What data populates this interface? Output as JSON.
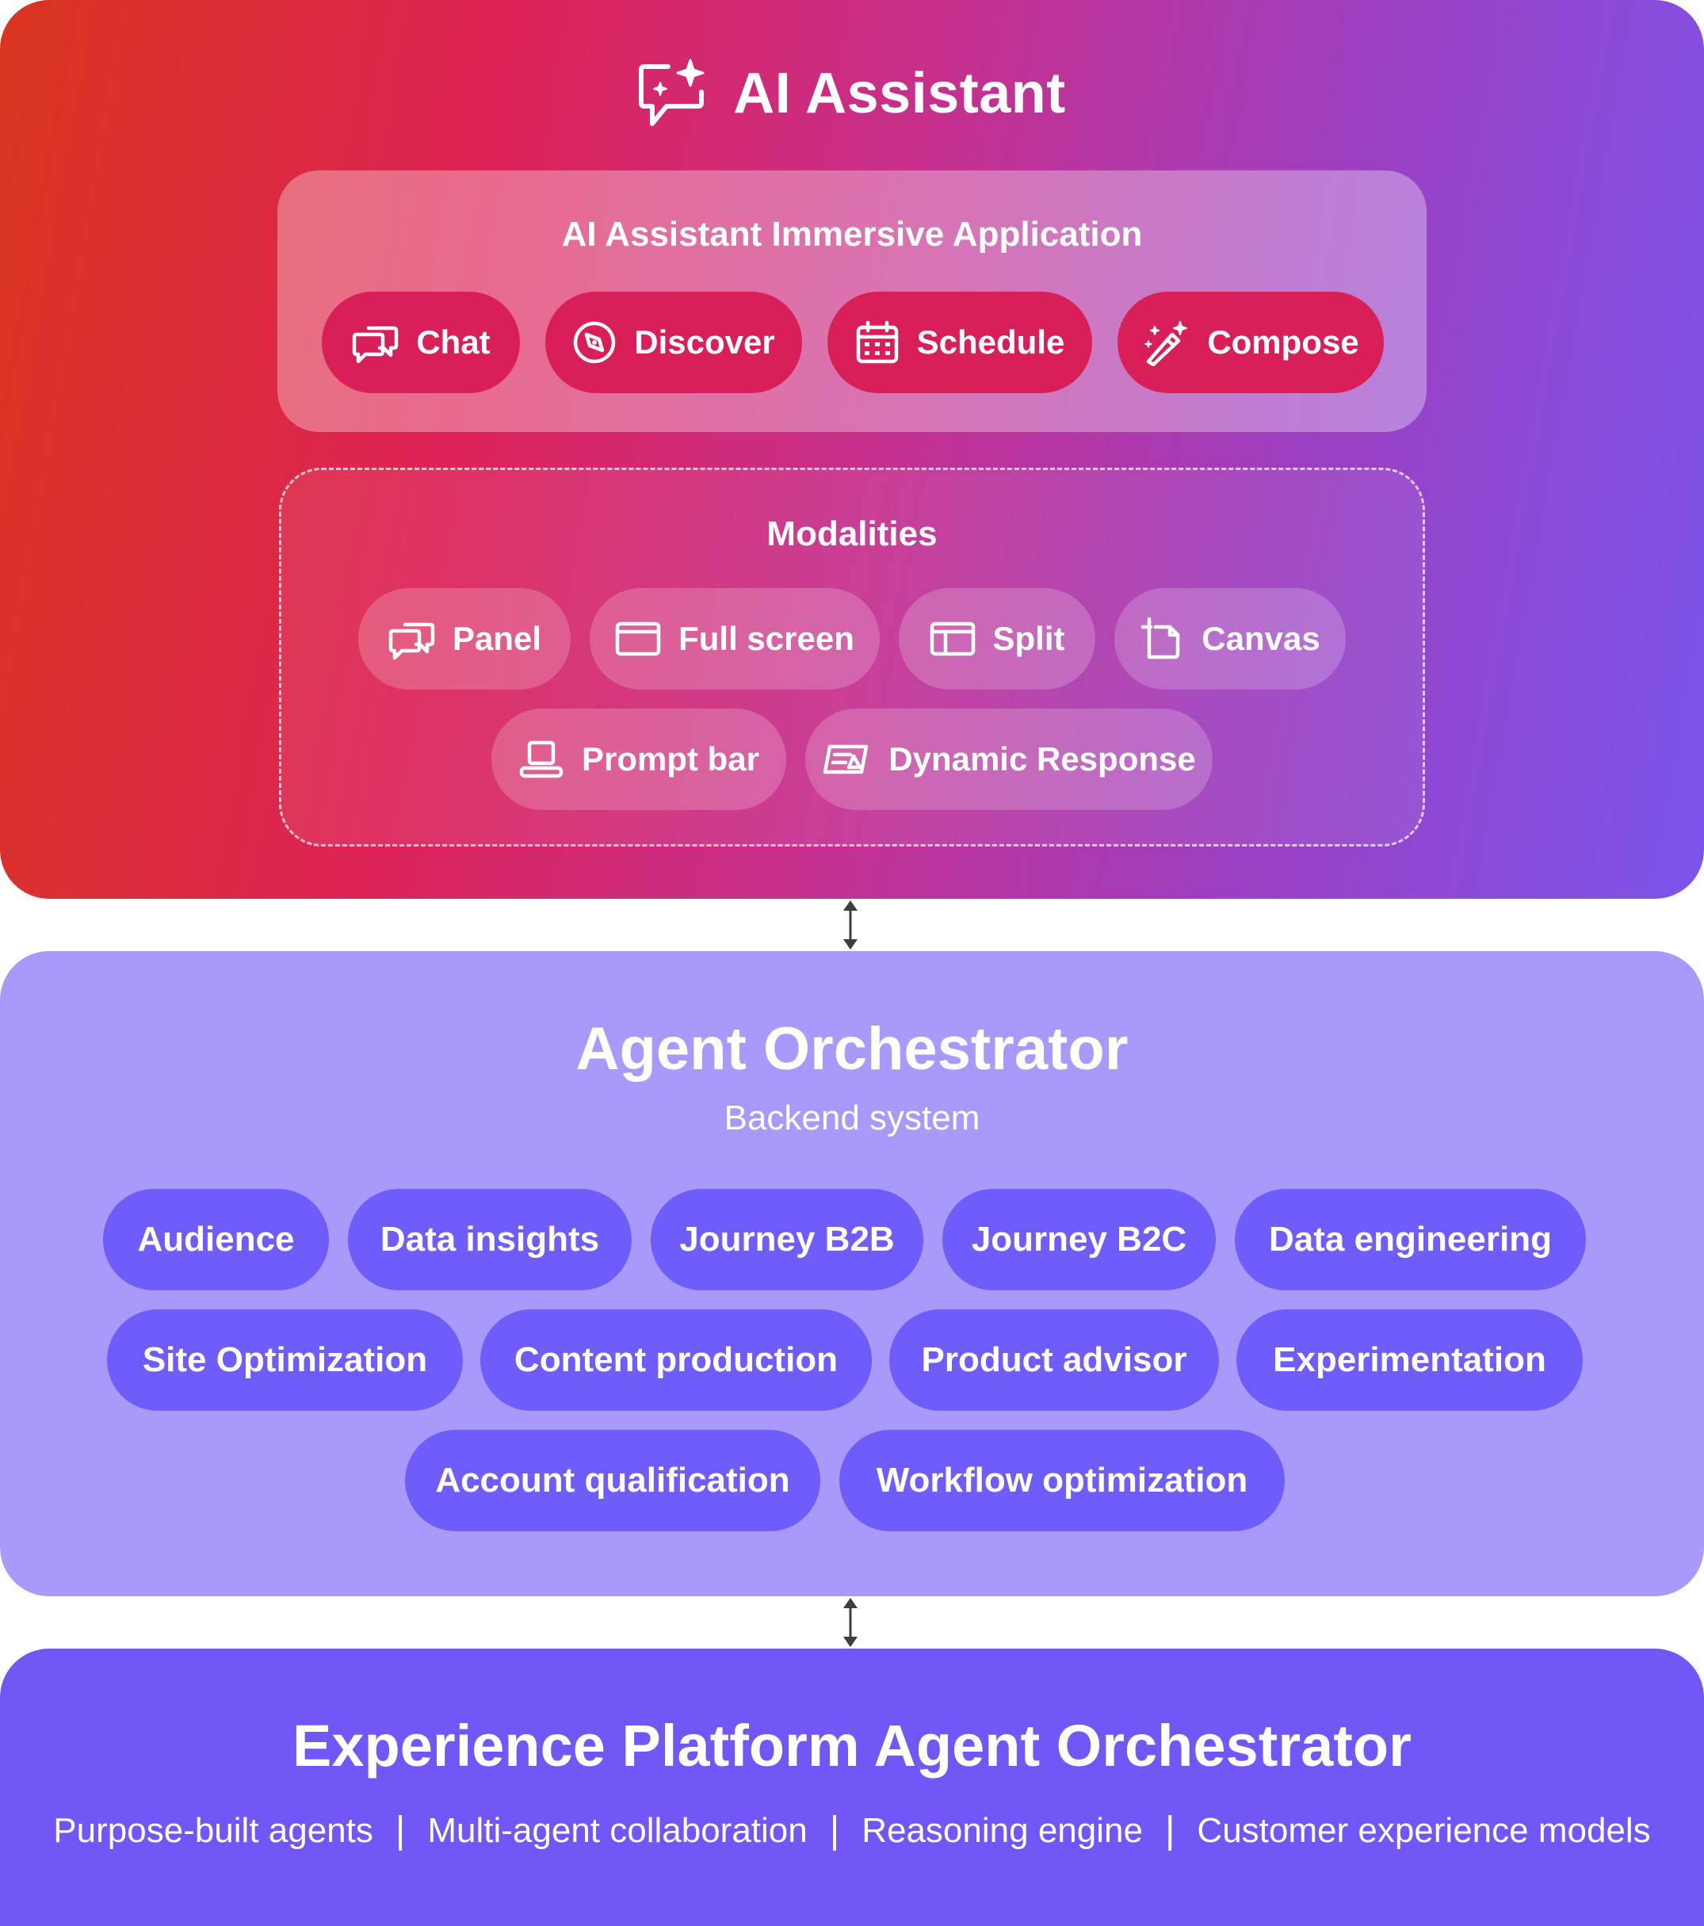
{
  "header": {
    "title": "AI Assistant",
    "icon": "chat-sparkle-icon"
  },
  "immersive": {
    "title": "AI Assistant Immersive Application",
    "items": [
      {
        "label": "Chat",
        "icon": "chat-icon"
      },
      {
        "label": "Discover",
        "icon": "compass-icon"
      },
      {
        "label": "Schedule",
        "icon": "calendar-icon"
      },
      {
        "label": "Compose",
        "icon": "magic-wand-icon"
      }
    ]
  },
  "modalities": {
    "title": "Modalities",
    "items": [
      {
        "label": "Panel",
        "icon": "chat-icon"
      },
      {
        "label": "Full screen",
        "icon": "window-icon"
      },
      {
        "label": "Split",
        "icon": "split-window-icon"
      },
      {
        "label": "Canvas",
        "icon": "canvas-icon"
      },
      {
        "label": "Prompt bar",
        "icon": "laptop-icon"
      },
      {
        "label": "Dynamic Response",
        "icon": "dynamic-response-icon"
      }
    ]
  },
  "orchestrator": {
    "title": "Agent Orchestrator",
    "subtitle": "Backend system",
    "agents": [
      "Audience",
      "Data insights",
      "Journey B2B",
      "Journey B2C",
      "Data engineering",
      "Site Optimization",
      "Content production",
      "Product advisor",
      "Experimentation",
      "Account qualification",
      "Workflow optimization"
    ]
  },
  "platform": {
    "title": "Experience Platform Agent Orchestrator",
    "features": [
      "Purpose-built agents",
      "Multi-agent collaboration",
      "Reasoning engine",
      "Customer experience models"
    ],
    "separator": "|"
  },
  "colors": {
    "gradient_start": "#d9361e",
    "gradient_end": "#7a55ec",
    "app_pill": "#d81f58",
    "orchestrator_bg": "#a999fb",
    "agent_pill": "#6e5dfb",
    "platform_bg": "#7256f6"
  }
}
